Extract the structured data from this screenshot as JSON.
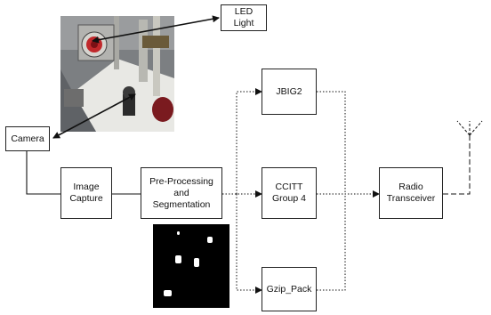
{
  "diagram": {
    "nodes": {
      "led": "LED\nLight",
      "camera": "Camera",
      "capture": "Image\nCapture",
      "preproc": "Pre-Processing\nand\nSegmentation",
      "jbig2": "JBIG2",
      "ccitt": "CCITT\nGroup 4",
      "gzip": "Gzip_Pack",
      "radio": "Radio\nTransceiver"
    },
    "images": {
      "photo": "camera-rig-photo",
      "mask": "segmented-binary-image"
    },
    "colors": {
      "line": "#111111",
      "photo_bg": "#8a8a8a",
      "ring": "#c0282b",
      "mask_bg": "#000000"
    }
  }
}
